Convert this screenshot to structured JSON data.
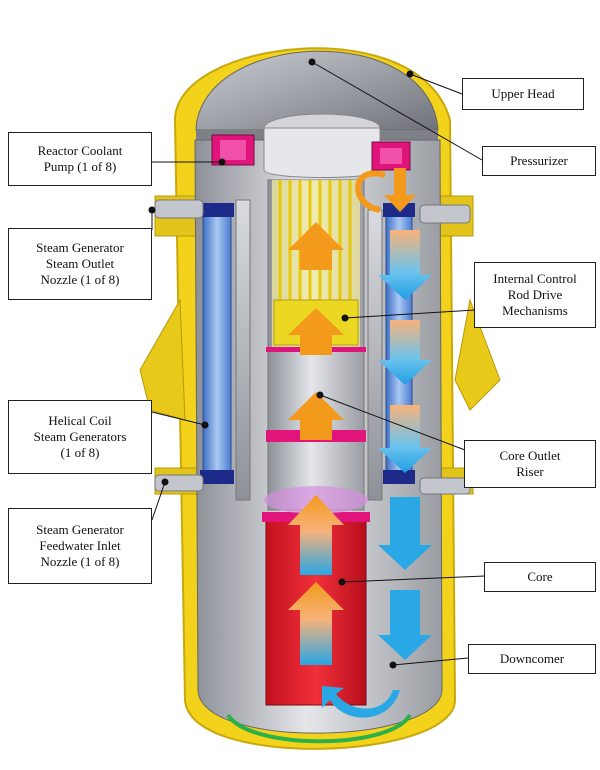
{
  "labels": {
    "upper_head": "Upper Head",
    "pressurizer": "Pressurizer",
    "reactor_coolant_pump": "Reactor Coolant\nPump (1 of 8)",
    "sg_steam_outlet": "Steam Generator\nSteam Outlet\nNozzle (1 of 8)",
    "internal_crdm": "Internal Control\nRod Drive\nMechanisms",
    "helical_coil_sg": "Helical Coil\nSteam Generators\n(1 of 8)",
    "core_outlet_riser": "Core Outlet\nRiser",
    "sg_feedwater_inlet": "Steam Generator\nFeedwater Inlet\nNozzle (1 of 8)",
    "core": "Core",
    "downcomer": "Downcomer"
  },
  "colors": {
    "vessel_shell": "#f2d21a",
    "vessel_steel": "#b9bcc2",
    "core": "#e0182a",
    "hot_flow": "#f39a1c",
    "cold_flow": "#2aa8e6",
    "pump": "#e0147a",
    "steam_generator": "#5b8fd6",
    "flange": "#1d2a8a"
  }
}
